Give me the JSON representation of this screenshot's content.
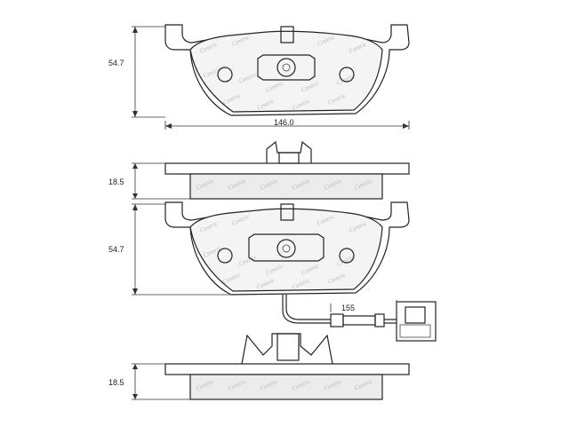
{
  "dimensions": {
    "top_height": "54.7",
    "width": "146.0",
    "top_thickness": "18.5",
    "bottom_height": "54.7",
    "wire_length": "155",
    "bottom_thickness": "18.5"
  },
  "watermark_text": "Centric",
  "colors": {
    "line": "#222222",
    "watermark": "#b9b9b9",
    "pad_fill": "#f4f4f4"
  }
}
